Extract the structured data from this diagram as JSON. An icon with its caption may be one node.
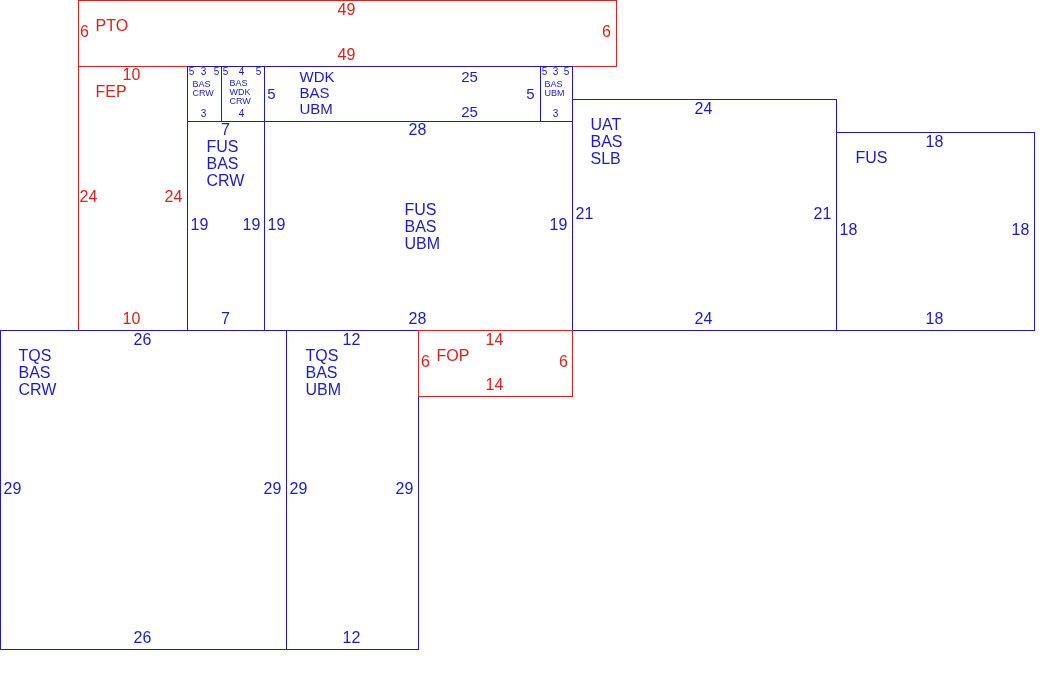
{
  "diagram": {
    "nodes": [
      {
        "text": [
          "PTO",
          "49",
          "49",
          "6",
          "6"
        ]
      },
      {
        "text": [
          "FEP",
          "10",
          "10",
          "24",
          "24"
        ]
      },
      {
        "text": [
          "BAS CRW",
          "3",
          "3",
          "5",
          "5"
        ]
      },
      {
        "text": [
          "BAS WDK CRW",
          "4",
          "4",
          "5",
          "5"
        ]
      },
      {
        "text": [
          "WDK BAS UBM",
          "25",
          "25",
          "5",
          "5"
        ]
      },
      {
        "text": [
          "BAS UBM",
          "3",
          "3",
          "5",
          "5"
        ]
      },
      {
        "text": [
          "FUS BAS CRW",
          "7",
          "7",
          "19",
          "19"
        ]
      },
      {
        "text": [
          "FUS BAS UBM",
          "28",
          "28",
          "19",
          "19"
        ]
      },
      {
        "text": [
          "UAT BAS SLB",
          "24",
          "24",
          "21",
          "21"
        ]
      },
      {
        "text": [
          "FUS",
          "18",
          "18",
          "18",
          "18"
        ]
      },
      {
        "text": [
          "TQS BAS CRW",
          "26",
          "26",
          "29",
          "29"
        ]
      },
      {
        "text": [
          "TQS BAS UBM",
          "12",
          "12",
          "29",
          "29"
        ]
      },
      {
        "text": [
          "FOP",
          "14",
          "14",
          "6",
          "6"
        ]
      }
    ]
  }
}
